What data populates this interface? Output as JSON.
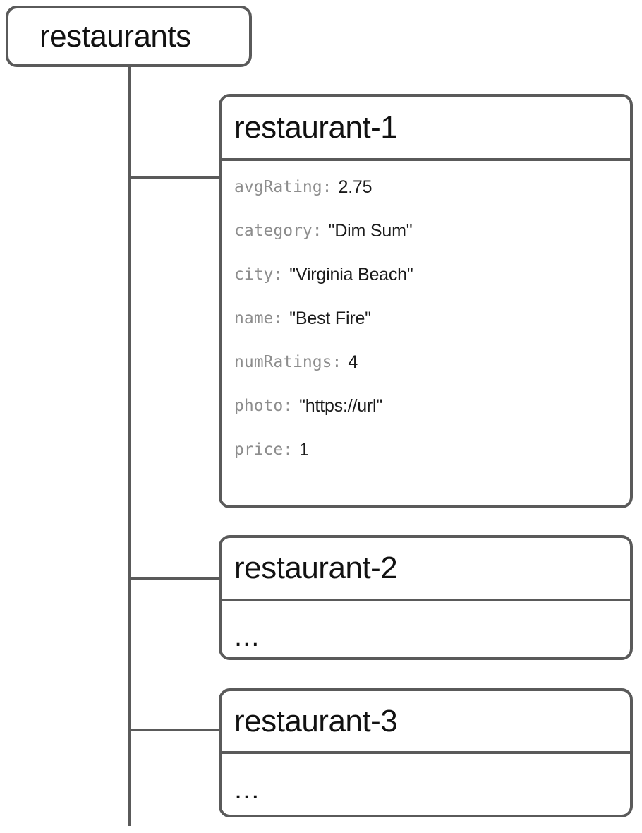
{
  "diagram": {
    "type": "firestore-collection-tree",
    "root": {
      "name": "restaurants",
      "kind": "collection"
    },
    "documents": [
      {
        "id": "restaurant-1",
        "body_placeholder": null,
        "fields": [
          {
            "key": "avgRating",
            "sep": ":",
            "value": "2.75"
          },
          {
            "key": "category",
            "sep": ":",
            "value": "\"Dim Sum\""
          },
          {
            "key": "city",
            "sep": ":",
            "value": "\"Virginia Beach\""
          },
          {
            "key": "name",
            "sep": ":",
            "value": "\"Best Fire\""
          },
          {
            "key": "numRatings",
            "sep": ":",
            "value": "4"
          },
          {
            "key": "photo",
            "sep": ":",
            "value": "\"https://url\""
          },
          {
            "key": "price",
            "sep": ":",
            "value": "1"
          }
        ]
      },
      {
        "id": "restaurant-2",
        "body_placeholder": "...",
        "fields": []
      },
      {
        "id": "restaurant-3",
        "body_placeholder": "...",
        "fields": []
      }
    ]
  },
  "colors": {
    "stroke": "#5a5a5a",
    "key_text": "#8d8d8d",
    "value_text": "#1a1a1a",
    "title_text": "#111111",
    "background": "#ffffff"
  }
}
